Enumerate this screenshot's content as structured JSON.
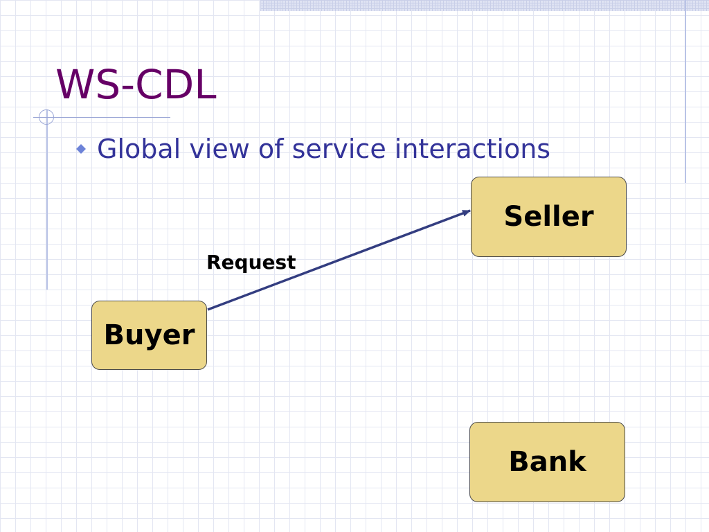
{
  "slide": {
    "title": "WS-CDL",
    "bullets": [
      {
        "text": "Global view of service interactions",
        "icon": "diamond-bullet-icon"
      }
    ]
  },
  "diagram": {
    "nodes": [
      {
        "id": "seller",
        "label": "Seller"
      },
      {
        "id": "buyer",
        "label": "Buyer"
      },
      {
        "id": "bank",
        "label": "Bank"
      }
    ],
    "edges": [
      {
        "from": "buyer",
        "to": "seller",
        "label": "Request"
      }
    ]
  },
  "colors": {
    "title": "#660066",
    "bullet_text": "#333399",
    "bullet_icon": "#6d83d8",
    "node_fill": "#ecd78a",
    "node_border": "#4a4a4a",
    "arrow": "#333d80"
  }
}
